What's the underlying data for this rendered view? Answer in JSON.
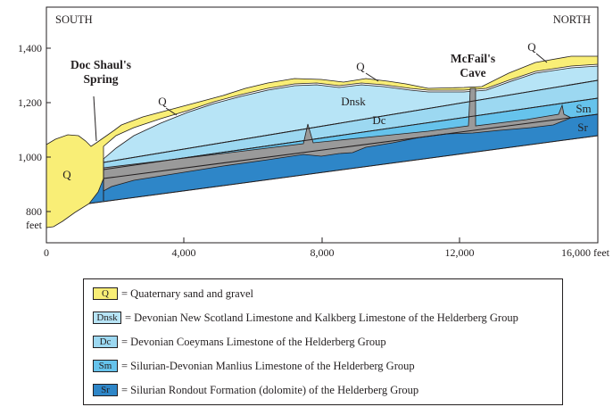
{
  "colors": {
    "quaternary": "#f9ee76",
    "dnsk": "#b7e4f6",
    "dc": "#9cd8f1",
    "sm": "#66c3ec",
    "sr": "#2e86c8",
    "cave": "#9a9a9a",
    "outline": "#231f20"
  },
  "diagram": {
    "direction_left": "SOUTH",
    "direction_right": "NORTH",
    "y_ticks": [
      "1,400",
      "1,200",
      "1,000",
      "800"
    ],
    "y_unit": "feet",
    "x_ticks": [
      "0",
      "4,000",
      "8,000",
      "12,000",
      "16,000 feet"
    ],
    "site_1": {
      "line1": "Doc Shaul's",
      "line2": "Spring"
    },
    "site_2": {
      "line1": "McFail's",
      "line2": "Cave"
    },
    "unit_labels": {
      "q_left": "Q",
      "q_mid1": "Q",
      "q_mid2": "Q",
      "q_right": "Q",
      "dnsk": "Dnsk",
      "dc": "Dc",
      "sm": "Sm",
      "sr": "Sr"
    }
  },
  "legend": [
    {
      "symbol": "Q",
      "text": "= Quaternary sand and gravel",
      "color_key": "quaternary"
    },
    {
      "symbol": "Dnsk",
      "text": "= Devonian New Scotland Limestone and Kalkberg Limestone of the Helderberg Group",
      "color_key": "dnsk"
    },
    {
      "symbol": "Dc",
      "text": "= Devonian Coeymans Limestone of the Helderberg Group",
      "color_key": "dc"
    },
    {
      "symbol": "Sm",
      "text": "= Silurian-Devonian Manlius Limestone of the Helderberg Group",
      "color_key": "sm"
    },
    {
      "symbol": "Sr",
      "text": "= Silurian Rondout Formation (dolomite) of the Helderberg Group",
      "color_key": "sr"
    }
  ]
}
